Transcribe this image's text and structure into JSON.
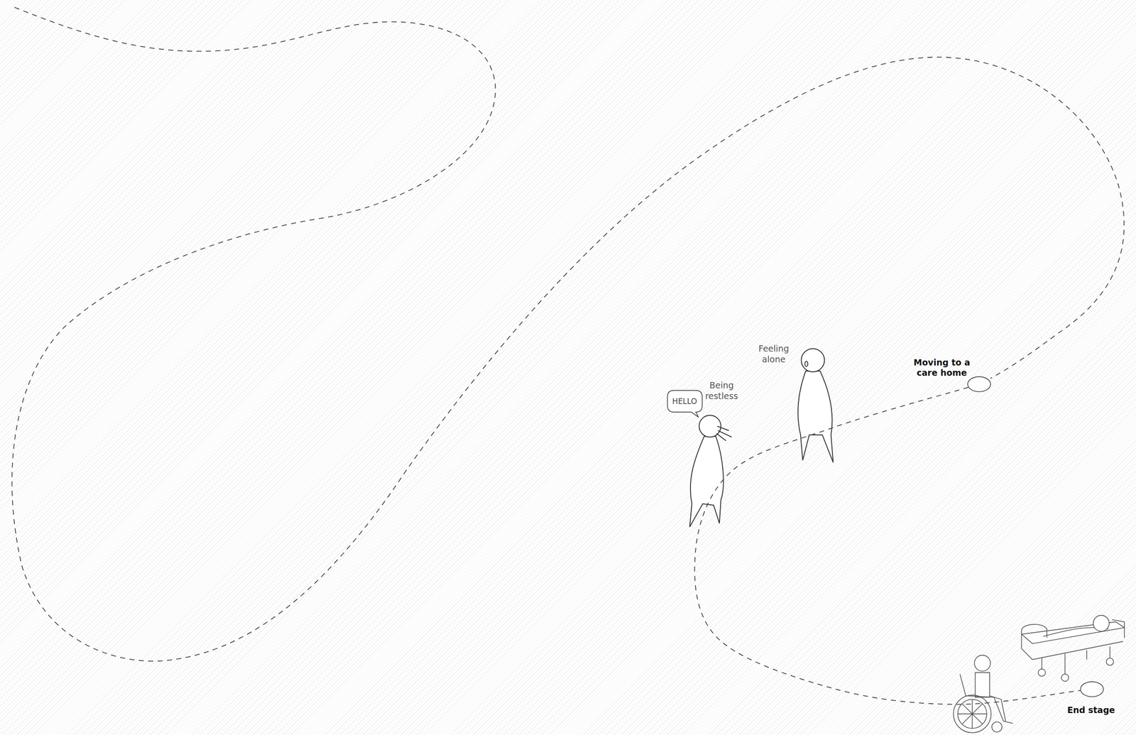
{
  "diagram": {
    "nodes": [
      {
        "text": [
          "HELLO"
        ]
      },
      {
        "text": [
          "Moving to a care home"
        ]
      },
      {
        "text": [
          "End stage"
        ]
      }
    ],
    "edges": [
      {
        "from": 1,
        "to": 2,
        "arrow": "none"
      }
    ],
    "labels": [
      "Being restless",
      "Feeling alone"
    ]
  }
}
